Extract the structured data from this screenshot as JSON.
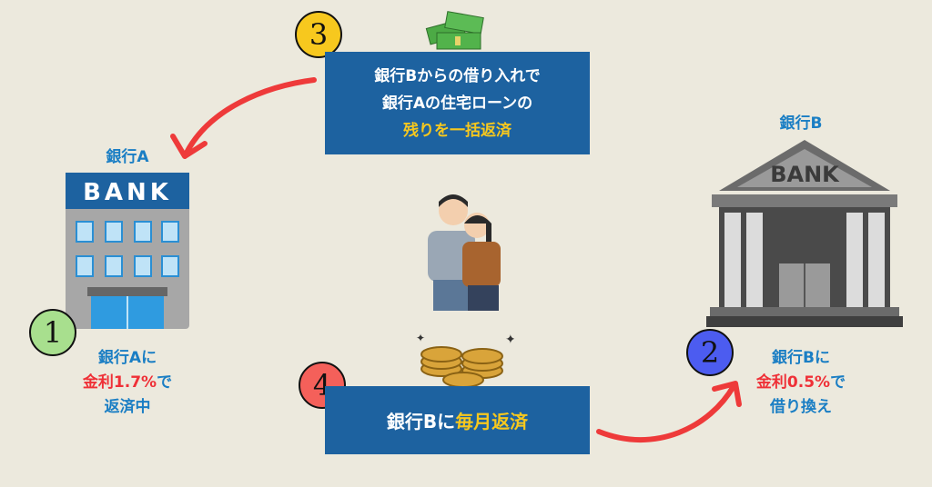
{
  "step3": {
    "number": "3",
    "line1": "銀行Bからの借り入れで",
    "line2": "銀行Aの住宅ローンの",
    "line3": "残りを一括返済"
  },
  "step4": {
    "number": "4",
    "text_a": "銀行Bに",
    "text_b": "毎月返済"
  },
  "bank_a": {
    "label": "銀行A",
    "sign": "BANK"
  },
  "bank_b": {
    "label": "銀行B",
    "sign": "BANK"
  },
  "step1": {
    "number": "1",
    "line1": "銀行Aに",
    "line2_red": "金利1.7%",
    "line2_tail": "で",
    "line3": "返済中"
  },
  "step2": {
    "number": "2",
    "line1": "銀行Bに",
    "line2_red": "金利0.5%",
    "line2_tail": "で",
    "line3": "借り換え"
  },
  "colors": {
    "box": "#1d62a0",
    "accent_yellow": "#f7c81e",
    "text_blue": "#1a7ec4",
    "text_red": "#ef3037",
    "arrow": "#ee3a3a"
  }
}
